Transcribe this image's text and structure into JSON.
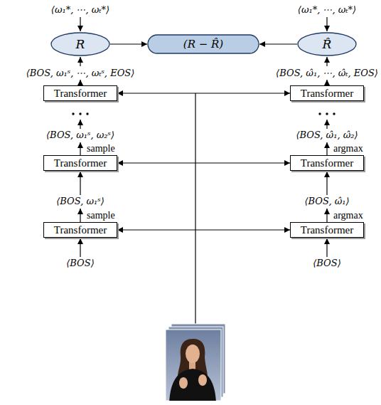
{
  "diagram": {
    "nodes": [
      {
        "text": [
          "R"
        ]
      },
      {
        "text": [
          "(R − R̂)"
        ]
      },
      {
        "text": [
          "R̂"
        ]
      },
      {
        "text": [
          "Transformer"
        ]
      },
      {
        "text": [
          "Transformer"
        ]
      },
      {
        "text": [
          "Transformer"
        ]
      },
      {
        "text": [
          "Transformer"
        ]
      },
      {
        "text": [
          "Transformer"
        ]
      },
      {
        "text": [
          "Transformer"
        ]
      }
    ],
    "edges": [
      {
        "from": 0,
        "to": 1,
        "arrow": "to"
      },
      {
        "from": 2,
        "to": 1,
        "arrow": "to"
      },
      {
        "from": 3,
        "to": 4,
        "arrow": "both"
      },
      {
        "from": 5,
        "to": 6,
        "arrow": "both"
      },
      {
        "from": 7,
        "to": 8,
        "arrow": "both"
      }
    ],
    "labels": [
      "⟨ω₁*, ⋯, ωₜ*⟩",
      "⟨ω₁*, ⋯, ωₜ*⟩",
      "⟨BOS, ω₁ˢ, ⋯, ωₜˢ, EOS⟩",
      "⟨BOS, ω̂₁, ⋯, ω̂ₜ, EOS⟩",
      "⟨BOS, ω₁ˢ, ω₂ˢ⟩",
      "sample",
      "⟨BOS, ω̂₁, ω̂₂⟩",
      "argmax",
      "⟨BOS, ω₁ˢ⟩",
      "sample",
      "⟨BOS, ω̂₁⟩",
      "argmax",
      "⟨BOS⟩",
      "⟨BOS⟩"
    ]
  }
}
